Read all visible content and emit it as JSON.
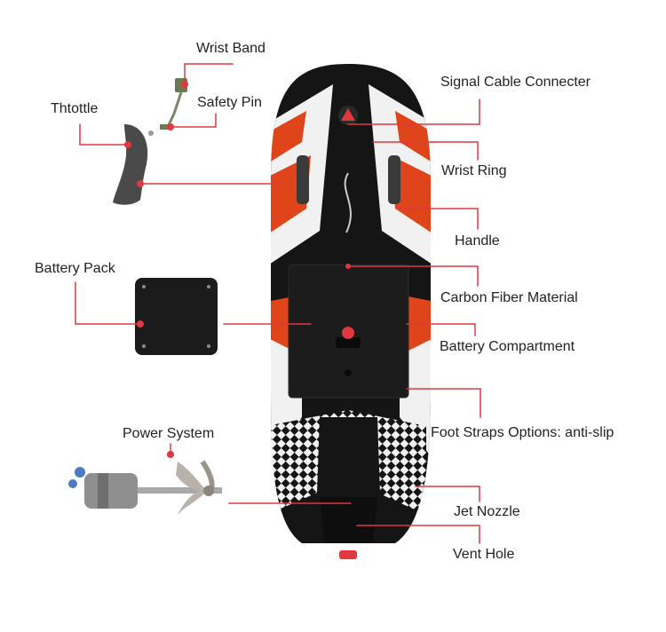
{
  "colors": {
    "leader_line": "#e0383e",
    "board_black": "#151515",
    "board_orange": "#e0441a",
    "board_white": "#f1f1f1",
    "battery_plate": "#1b1b1b",
    "propeller": "#b8b2aa"
  },
  "icons": {
    "throttle": "throttle-icon",
    "wrist_band": "wrist-band-icon",
    "battery": "battery-pack-icon",
    "power_system": "motor-propeller-icon",
    "board": "jet-board-icon"
  },
  "labels": {
    "wrist_band": "Wrist Band",
    "safety_pin": "Safety Pin",
    "throttle": "Thtottle",
    "battery_pack": "Battery Pack",
    "power_system": "Power System",
    "signal_cable": "Signal Cable Connecter",
    "wrist_ring": "Wrist Ring",
    "handle": "Handle",
    "carbon_fiber": "Carbon Fiber Material",
    "battery_compartment": "Battery Compartment",
    "foot_straps": "Foot Straps Options: anti-slip",
    "jet_nozzle": "Jet Nozzle",
    "vent_hole": "Vent Hole"
  }
}
